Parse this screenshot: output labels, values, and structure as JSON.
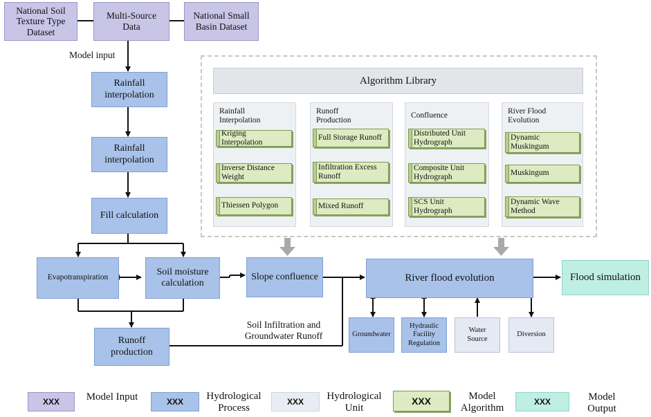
{
  "inputs": {
    "soil": "National Soil Texture Type Dataset",
    "multi": "Multi-Source Data",
    "basin": "National Small Basin Dataset"
  },
  "model_input_label": "Model input",
  "processes": {
    "rain1": "Rainfall interpolation",
    "rain2": "Rainfall interpolation",
    "fill": "Fill calculation",
    "evap": "Evapotranspiration",
    "soilmoist": "Soil moisture calculation",
    "runoff": "Runoff production",
    "slope": "Slope confluence",
    "river": "River flood evolution"
  },
  "output": "Flood simulation",
  "infiltration_label": "Soil Infiltration and Groundwater Runoff",
  "units": {
    "groundwater": "Groundwater",
    "hydraulic": "Hydraulic Facility Regulation",
    "water_source": "Water Source",
    "diversion": "Diversion"
  },
  "library": {
    "title": "Algorithm Library",
    "groups": [
      {
        "title": "Rainfall Interpolation",
        "items": [
          "Kriging Interpolation",
          "Inverse Distance Weight",
          "Thiessen Polygon"
        ]
      },
      {
        "title": "Runoff Production",
        "items": [
          "Full Storage Runoff",
          "Infiltration Excess Runoff",
          "Mixed Runoff"
        ]
      },
      {
        "title": "Confluence",
        "items": [
          "Distributed Unit Hydrograph",
          "Composite Unit Hydrograph",
          "SCS Unit Hydrograph"
        ]
      },
      {
        "title": "River Flood Evolution",
        "items": [
          "Dynamic Muskingum",
          "Muskingum",
          "Dynamic Wave Method"
        ]
      }
    ]
  },
  "legend": {
    "swatch_text": "XXX",
    "model_input": "Model Input",
    "hydrological_process": "Hydrological Process",
    "hydrological_unit": "Hydrological Unit",
    "model_algorithm": "Model Algorithm",
    "model_output": "Model Output"
  },
  "colors": {
    "input": "#c9c5e6",
    "process": "#a9c2e9",
    "unit": "#e4e9f3",
    "algorithm": "#dcebc1",
    "output": "#bfeee3"
  }
}
